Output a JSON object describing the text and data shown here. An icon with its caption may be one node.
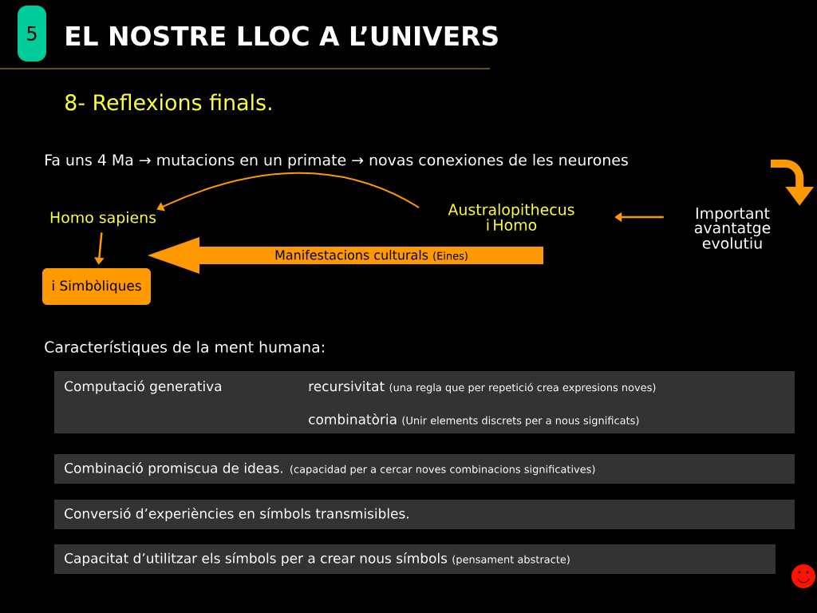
{
  "diagram": {
    "title": "EL NOSTRE LLOC A L’UNIVERS",
    "nodes": [
      {
        "text": [
          "5"
        ]
      },
      {
        "text": [
          "Homo sapiens"
        ]
      },
      {
        "text": [
          "Australopithecus i Homo"
        ]
      },
      {
        "text": [
          "Important avantatge evolutiu"
        ]
      },
      {
        "text": [
          "i Simbòliques"
        ]
      },
      {
        "text": [
          "Manifestacions culturals",
          "(Eines)"
        ]
      },
      {
        "text": [
          "Computació generativa",
          "recursivitat",
          "(una regla que per repetició crea expresions noves)",
          "combinatòria",
          "(Unir elements discrets per a nous significats)"
        ]
      },
      {
        "text": [
          "Combinació promiscua de ideas.",
          "(capacidad per a cercar noves combinacions significatives)"
        ]
      },
      {
        "text": [
          "Conversió d’experiències en símbols transmisibles."
        ]
      },
      {
        "text": [
          "Capacitat d’utilitzar els símbols per a crear nous símbols",
          "(pensament abstracte)"
        ]
      }
    ],
    "edges": [
      {
        "from": 2,
        "to": 1,
        "arrow": "to"
      },
      {
        "from": 3,
        "to": 2,
        "arrow": "to"
      },
      {
        "from": 1,
        "to": 4,
        "arrow": "to"
      },
      {
        "from": null,
        "to": 3,
        "arrow": "to",
        "style": "thick"
      }
    ],
    "labels": [
      "8- Reflexions finals.",
      "Fa uns 4 Ma → mutacions en un primate → novas conexiones de les neurones",
      "Característiques de la ment humana:"
    ]
  }
}
